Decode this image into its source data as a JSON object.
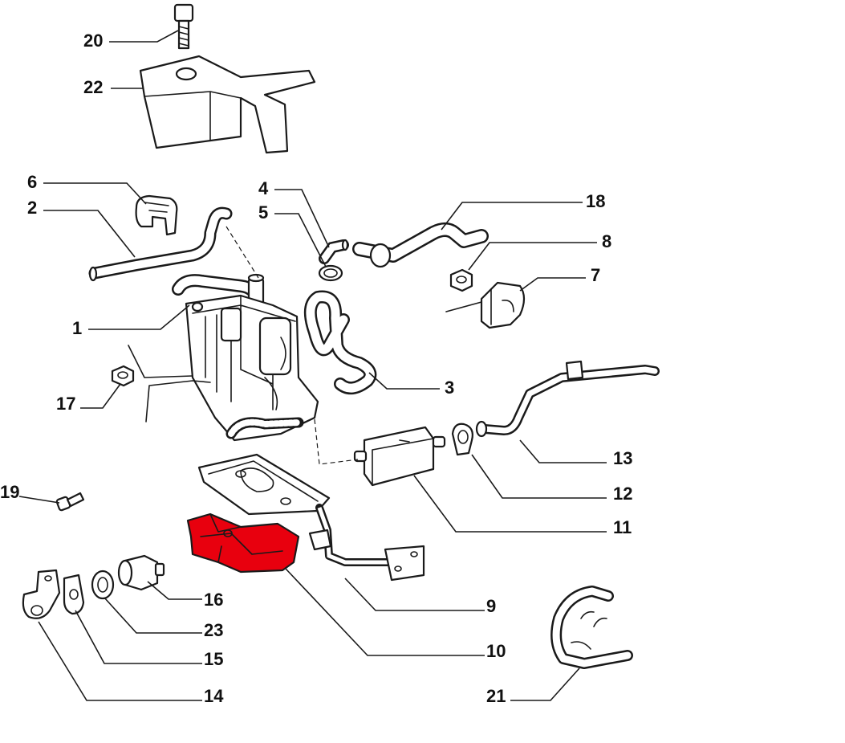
{
  "highlight_color": "#e8000e",
  "highlighted_part": "10",
  "callouts": {
    "c1": "1",
    "c2": "2",
    "c3": "3",
    "c4": "4",
    "c5": "5",
    "c6": "6",
    "c7": "7",
    "c8": "8",
    "c9": "9",
    "c10": "10",
    "c11": "11",
    "c12": "12",
    "c13": "13",
    "c14": "14",
    "c15": "15",
    "c16": "16",
    "c17": "17",
    "c18": "18",
    "c19": "19",
    "c20": "20",
    "c21": "21",
    "c22": "22",
    "c23": "23"
  }
}
